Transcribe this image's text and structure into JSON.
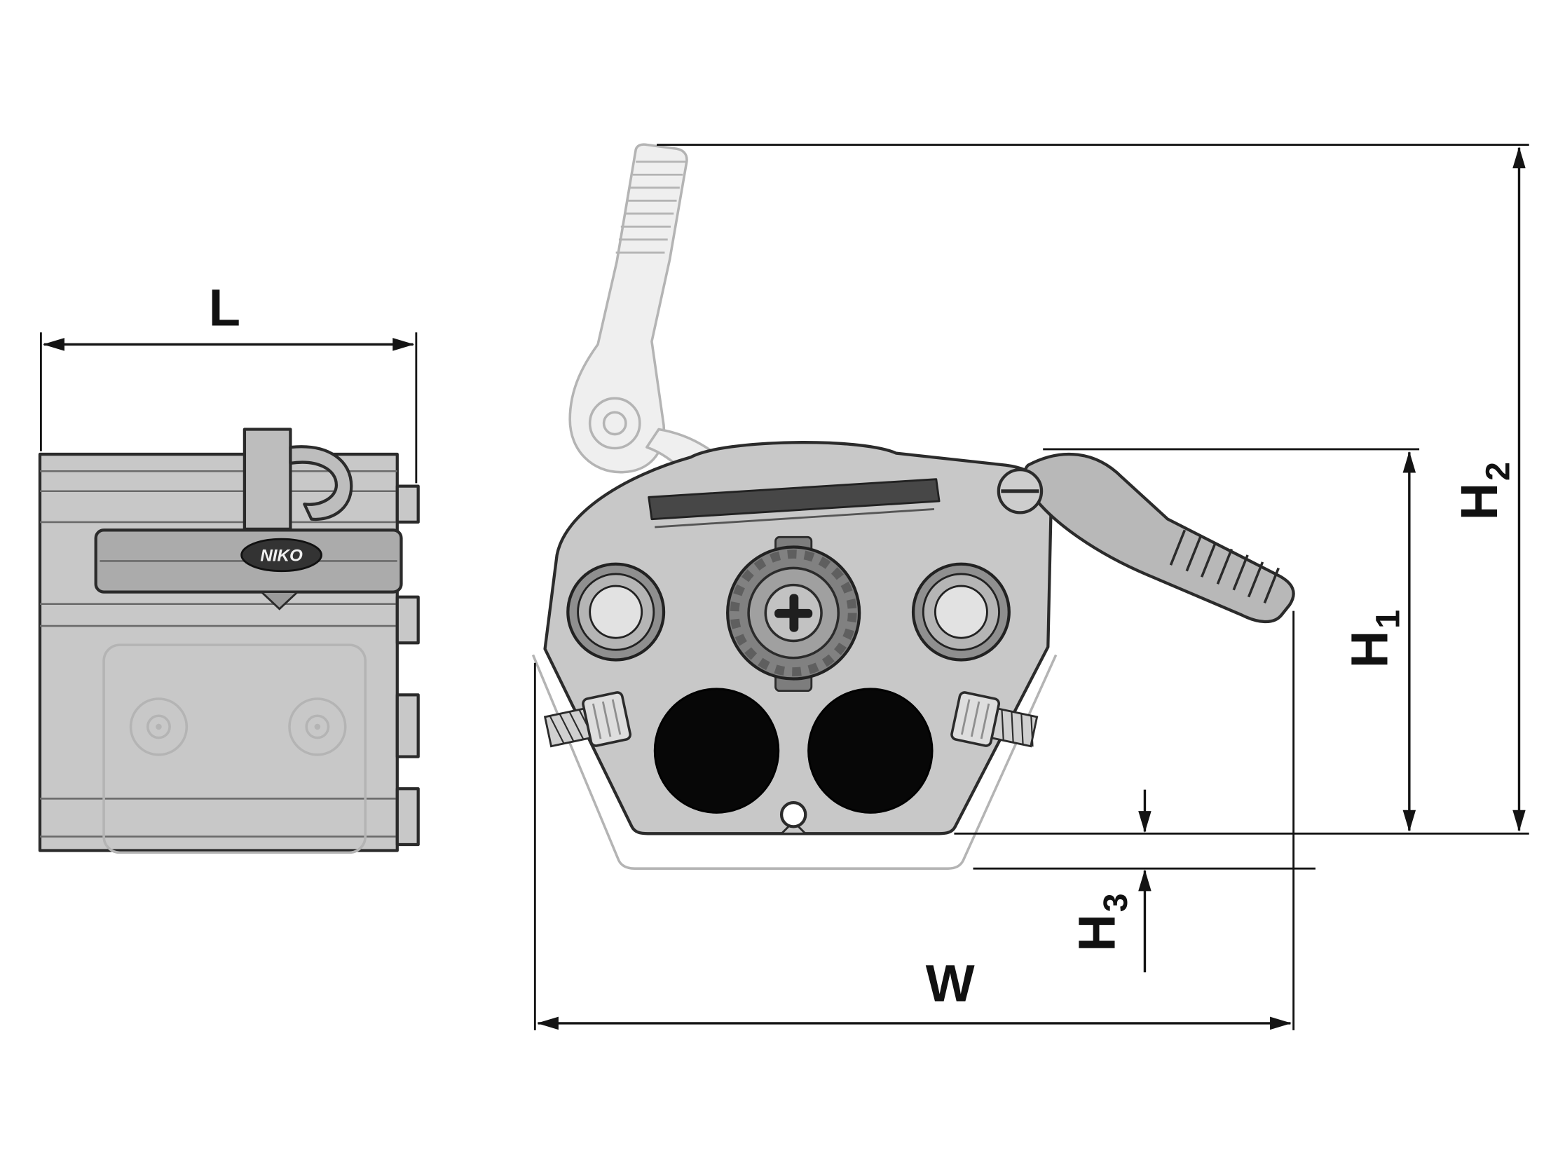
{
  "diagram": {
    "type": "technical-dimension-drawing",
    "views": 2,
    "colors": {
      "line": "#141414",
      "body_fill": "#c8c8c8",
      "ghost": "#b4b4b4",
      "hole": "#0a0a0a",
      "jaw": "#474747"
    }
  },
  "dimensions": {
    "L": {
      "base": "L",
      "sub": ""
    },
    "W": {
      "base": "W",
      "sub": ""
    },
    "H1": {
      "base": "H",
      "sub": "1"
    },
    "H2": {
      "base": "H",
      "sub": "2"
    },
    "H3": {
      "base": "H",
      "sub": "3"
    }
  },
  "logo": {
    "text": "NIKO"
  }
}
